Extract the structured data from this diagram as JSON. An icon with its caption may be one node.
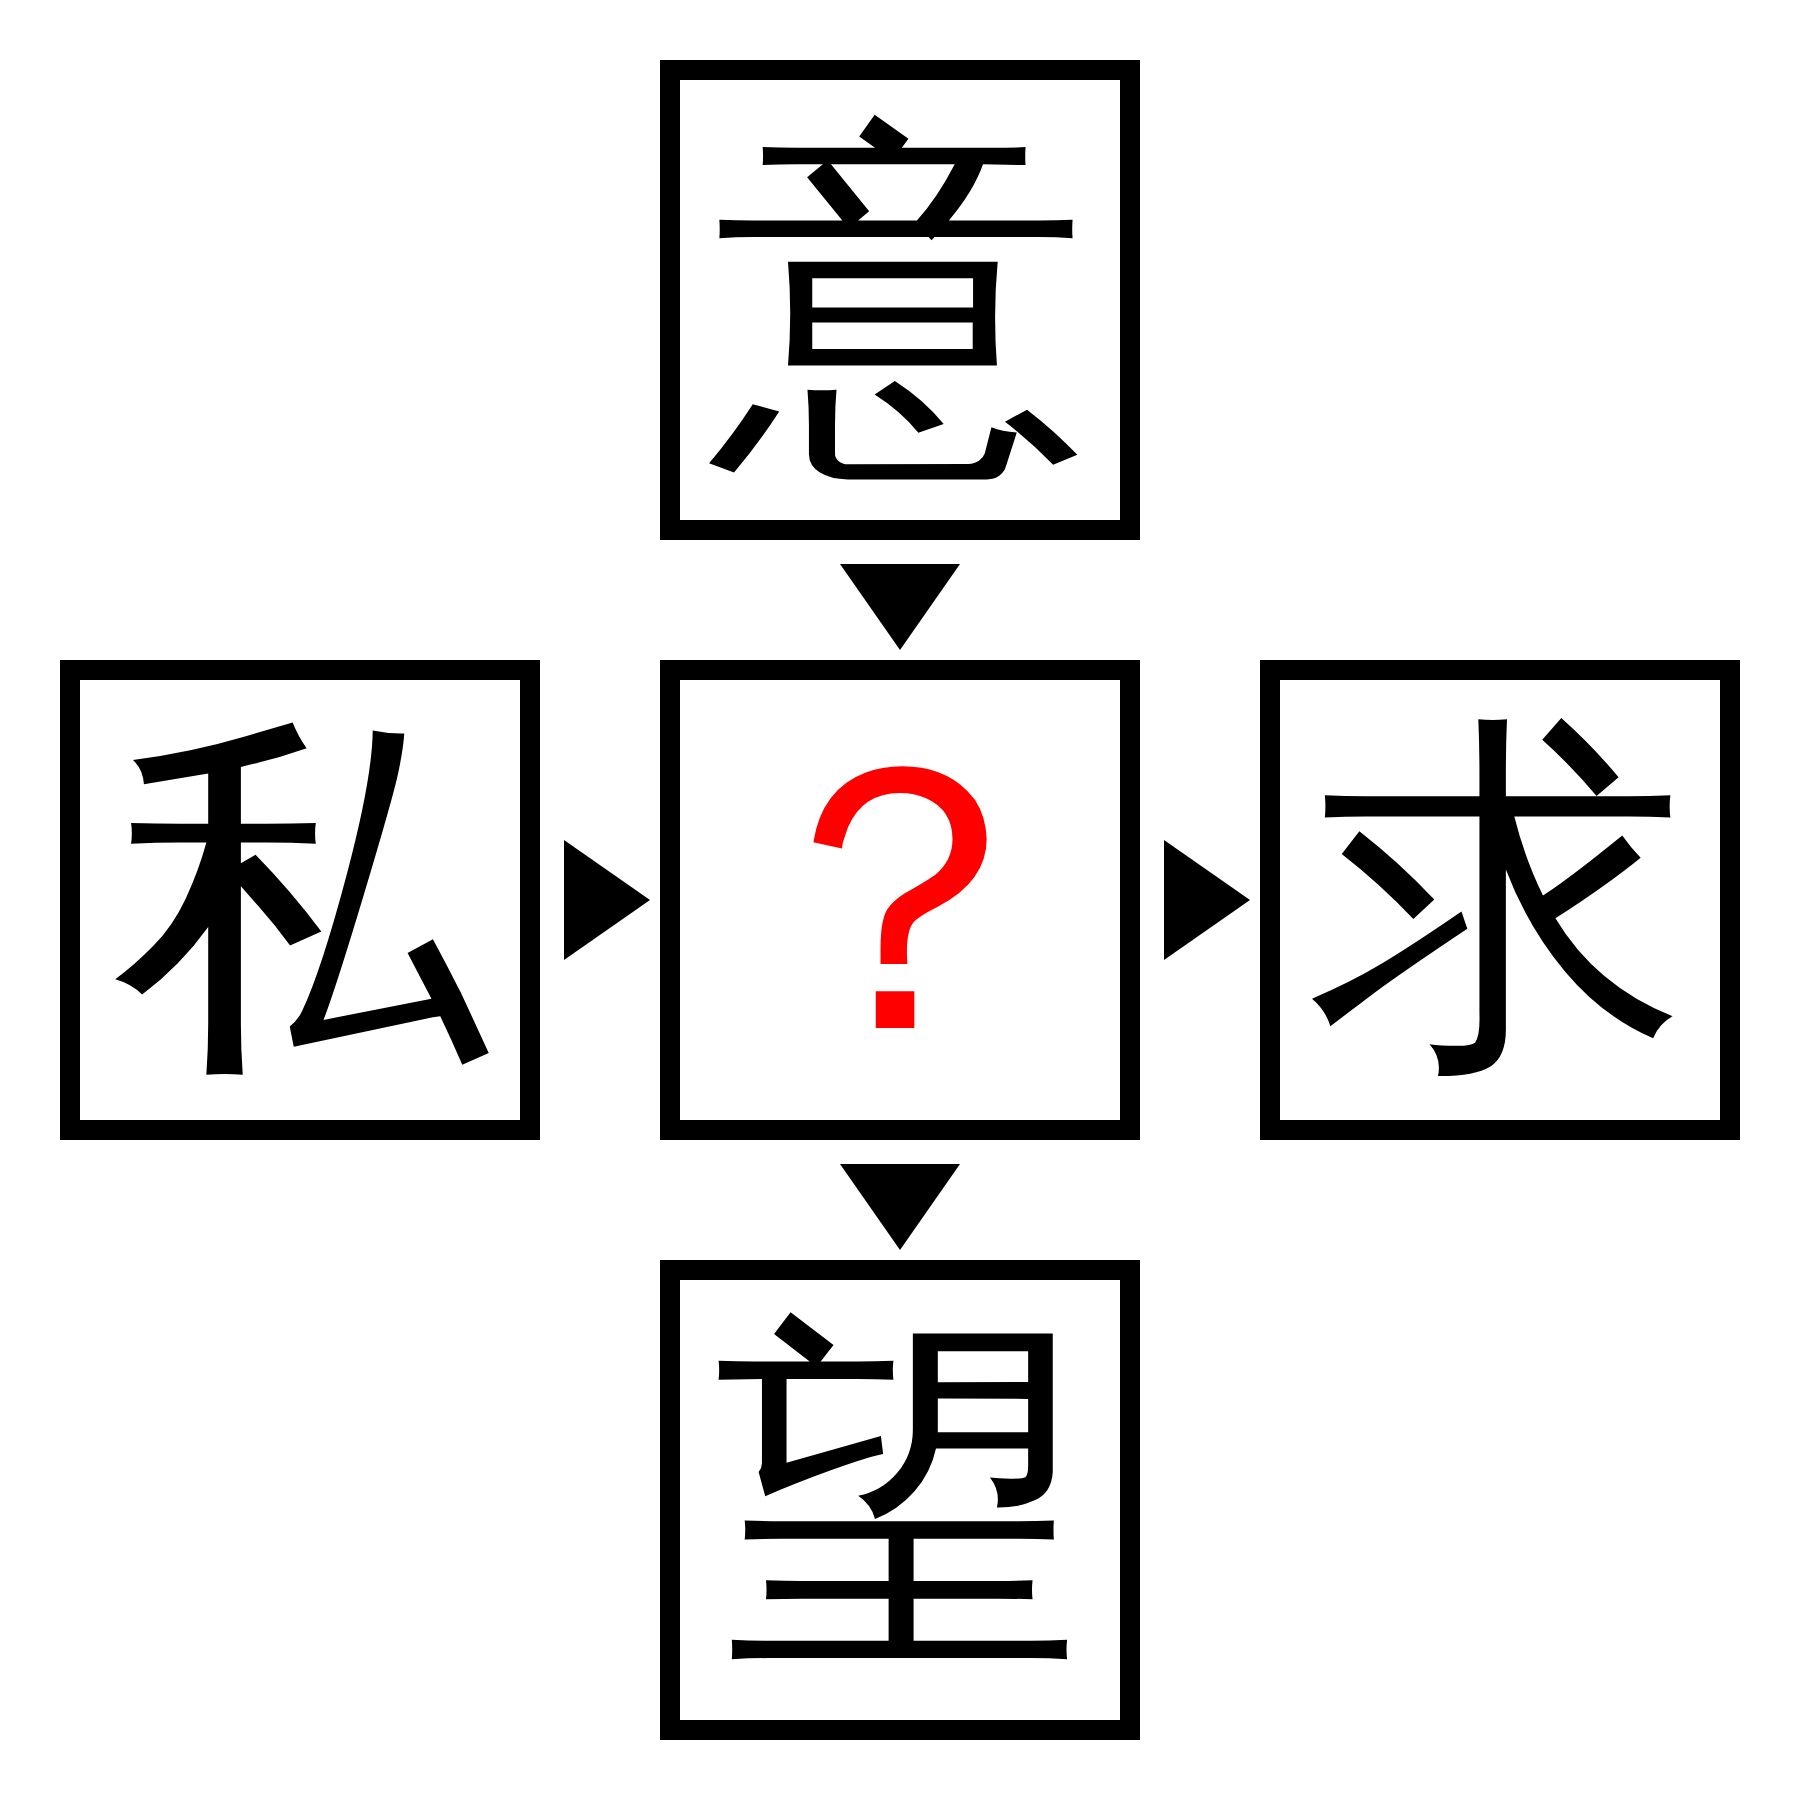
{
  "diagram": {
    "nodes": [
      {
        "text": [
          "意"
        ]
      },
      {
        "text": [
          "私"
        ]
      },
      {
        "text": [
          "？"
        ]
      },
      {
        "text": [
          "求"
        ]
      },
      {
        "text": [
          "望"
        ]
      }
    ],
    "edges": [
      {
        "from": 0,
        "to": 2,
        "arrow": "to"
      },
      {
        "from": 1,
        "to": 2,
        "arrow": "to"
      },
      {
        "from": 2,
        "to": 3,
        "arrow": "to"
      },
      {
        "from": 2,
        "to": 4,
        "arrow": "to"
      }
    ]
  }
}
